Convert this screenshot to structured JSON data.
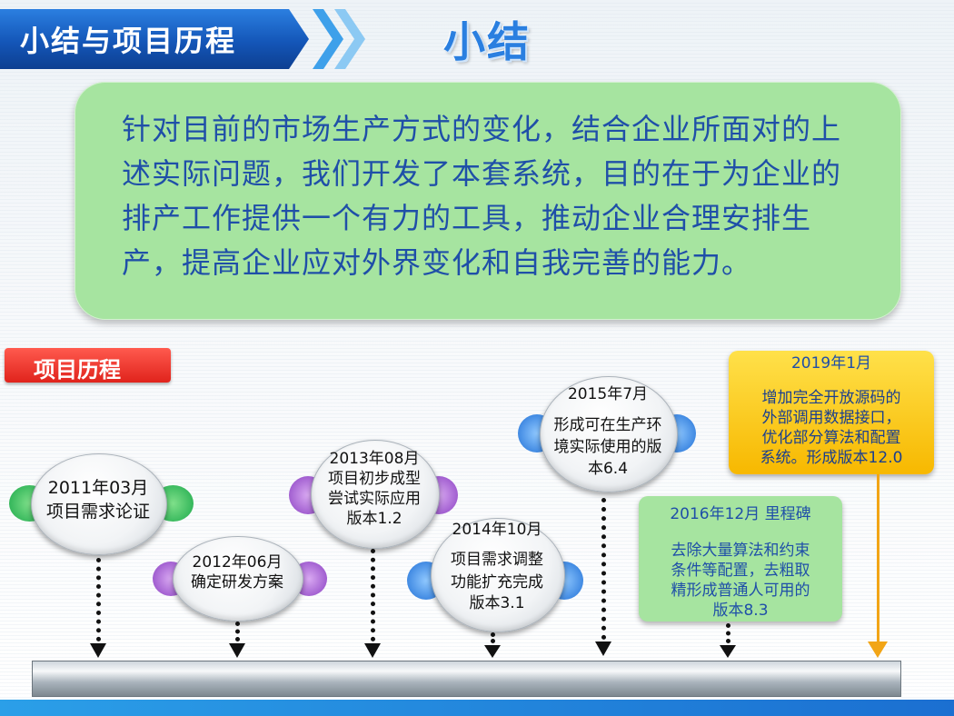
{
  "header": {
    "banner_title": "小结与项目历程",
    "page_title": "小结"
  },
  "summary": {
    "text": "针对目前的市场生产方式的变化，结合企业所面对的上述实际问题，我们开发了本套系统，目的在于为企业的排产工作提供一个有力的工具，推动企业合理安排生产，提高企业应对外界变化和自我完善的能力。"
  },
  "section": {
    "label": "项目历程"
  },
  "milestones": [
    {
      "lines": [
        "2011年03月",
        "项目需求论证"
      ]
    },
    {
      "lines": [
        "2012年06月",
        "确定研发方案"
      ]
    },
    {
      "lines": [
        "2013年08月",
        "项目初步成型",
        "尝试实际应用",
        "版本1.2"
      ]
    },
    {
      "lines": [
        "2014年10月",
        "项目需求调整",
        "功能扩充完成",
        "版本3.1"
      ]
    },
    {
      "lines": [
        "2015年7月",
        "形成可在生产环",
        "境实际使用的版",
        "本6.4"
      ]
    }
  ],
  "box_2016": {
    "title": "2016年12月 里程碑",
    "lines": [
      "去除大量算法和约束",
      "条件等配置，去粗取",
      "精形成普通人可用的",
      "版本8.3"
    ]
  },
  "box_2019": {
    "title": "2019年1月",
    "lines": [
      "增加完全开放源码的",
      "外部调用数据接口，",
      "优化部分算法和配置",
      "系统。形成版本12.0"
    ]
  },
  "colors": {
    "accent_blue": "#1456b8",
    "summary_green": "#a6e4a0",
    "text_blue": "#1f4fa8",
    "tag_red": "#e0231c",
    "highlight_yellow": "#f7b800"
  }
}
